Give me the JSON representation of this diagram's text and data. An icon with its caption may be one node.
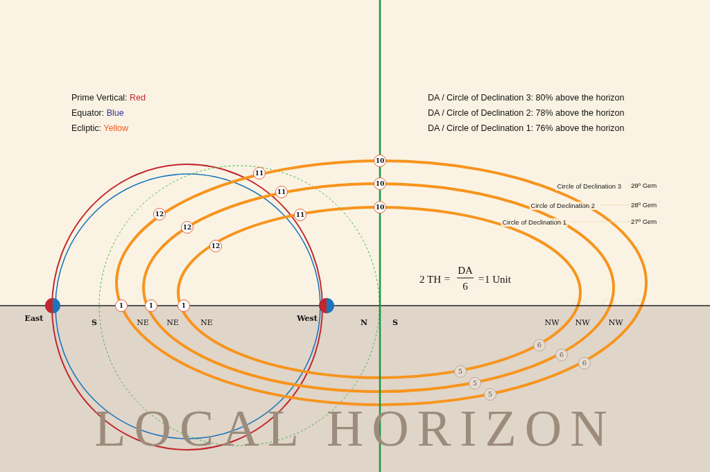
{
  "diagram": {
    "labels": [
      "Prime Vertical: Red",
      "Equator: Blue",
      "Ecliptic: Yellow",
      "DA / Circle of Declination 3: 80% above the horizon",
      "DA / Circle of Declination 2: 78% above the horizon",
      "DA / Circle of Declination 1: 76% above the horizon",
      "10",
      "11",
      "10",
      "Circle of Declination 3",
      "29º Gem",
      "11",
      "Circle of Declination 2",
      "28º Gem",
      "10",
      "12",
      "11",
      "Circle of Declination 1",
      "27º Gem",
      "12",
      "12",
      "2 TH",
      "=",
      "DA",
      "6",
      "=",
      "1 Unit",
      "1",
      "1",
      "1",
      "East",
      "West",
      "S",
      "NE",
      "NE",
      "NE",
      "N",
      "S",
      "NW",
      "NW",
      "NW",
      "5",
      "5",
      "5",
      "6",
      "6",
      "6",
      "LOCAL HORIZON"
    ]
  }
}
